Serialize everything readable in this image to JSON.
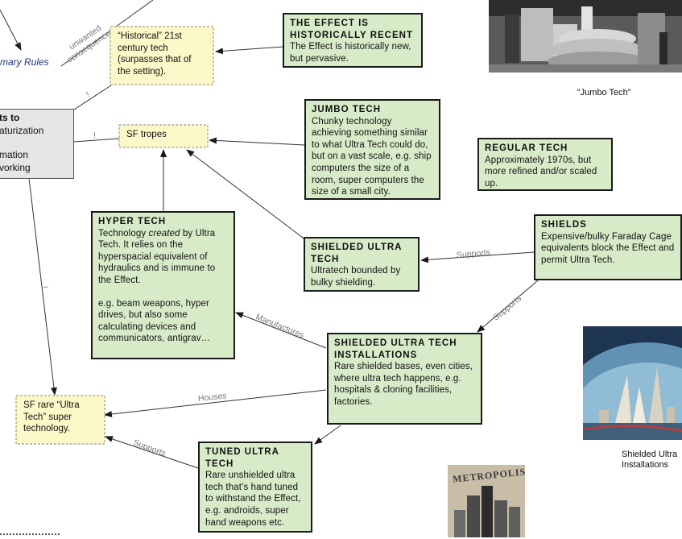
{
  "top_left": {
    "primary_rules": "mary Rules",
    "unwanted_consequences": "unwanted consequences"
  },
  "grey_box": {
    "lines": [
      "ts to",
      "aturization",
      "",
      "mation",
      "vorking"
    ]
  },
  "notes": {
    "historical": "“Historical” 21st century tech (surpasses that of the setting).",
    "sf_tropes": "SF tropes",
    "sf_rare": "SF rare “Ultra Tech” super technology."
  },
  "boxes": {
    "effect_recent": {
      "title": "THE EFFECT IS HISTORICALLY RECENT",
      "body": "The Effect is historically new, but pervasive."
    },
    "jumbo": {
      "title": "JUMBO TECH",
      "body": "Chunky technology achieving something similar to what Ultra Tech could do, but on a vast scale, e.g. ship computers the size of a room, super computers the size of a small city."
    },
    "regular": {
      "title": "REGULAR TECH",
      "body": "Approximately 1970s, but more refined and/or scaled up."
    },
    "hyper": {
      "title": "HYPER TECH",
      "body_before": "Technology ",
      "body_em": "created",
      "body_after": " by Ultra Tech. It relies on the hyperspacial equivalent of hydraulics and is immune to the Effect.",
      "examples": "e.g. beam weapons, hyper drives, but also some calculating devices and communicators, antigrav…"
    },
    "shielded_ultra": {
      "title": "SHIELDED ULTRA TECH",
      "body": "Ultratech bounded by bulky shielding."
    },
    "shields": {
      "title": "SHIELDS",
      "body": "Expensive/bulky Faraday Cage equivalents block the Effect and permit Ultra Tech."
    },
    "installations": {
      "title": "SHIELDED ULTRA TECH INSTALLATIONS",
      "body": "Rare shielded bases, even cities, where ultra tech happens, e.g. hospitals & cloning facilities, factories."
    },
    "tuned": {
      "title": "TUNED ULTRA TECH",
      "body": "Rare unshielded ultra tech that’s hand tuned to withstand the Effect, e.g. androids, super hand weapons etc."
    }
  },
  "edge_labels": {
    "supports_1": "Supports",
    "supports_2": "Supports",
    "supports_3": "Supports",
    "manufactures": "Manufactures",
    "houses": "Houses",
    "bang_1": "!",
    "bang_2": "!",
    "bang_3": "!"
  },
  "captions": {
    "jumbo": "“Jumbo Tech”",
    "shielded": "Shielded Ultra Installations"
  },
  "images": {
    "metropolis_poster_text": "METROPOLIS"
  },
  "colors": {
    "box_fill": "#d8ebc8",
    "note_fill": "#fdf8c8",
    "grey_fill": "#e6e6e6",
    "edge_label": "#777777"
  }
}
